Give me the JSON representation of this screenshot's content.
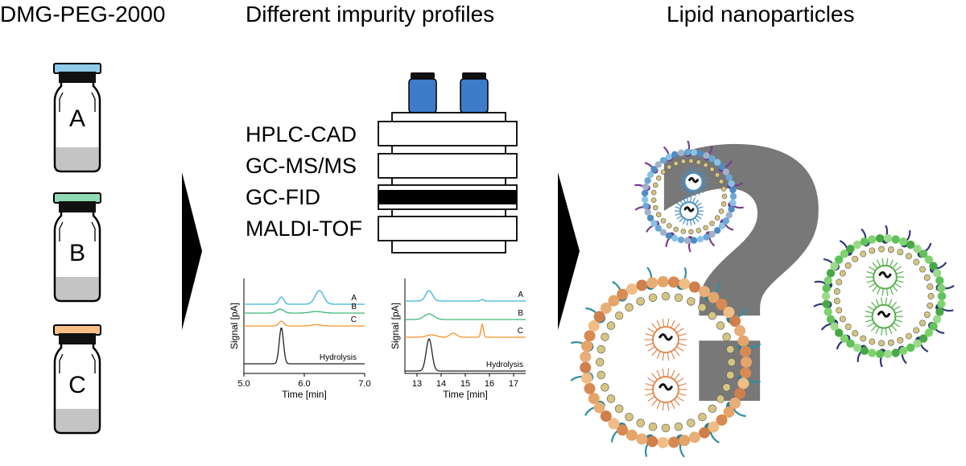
{
  "headings": {
    "left": "DMG-PEG-2000",
    "middle": "Different impurity profiles",
    "right": "Lipid nanoparticles"
  },
  "vials": [
    {
      "label": "A",
      "cap_color": "#8fcbe8"
    },
    {
      "label": "B",
      "cap_color": "#8fd9b4"
    },
    {
      "label": "C",
      "cap_color": "#f7bf86"
    }
  ],
  "methods": [
    "HPLC-CAD",
    "GC-MS/MS",
    "GC-FID",
    "MALDI-TOF"
  ],
  "highlighted_method": "GC-FID",
  "instrument_bottle_color": "#3d7cc9",
  "question_mark": "?",
  "chart_data": [
    {
      "type": "line",
      "xlabel": "Time [min]",
      "ylabel": "Signal [pA]",
      "xlim": [
        5.0,
        7.0
      ],
      "x_ticks": [
        "5.0",
        "6.0",
        "7.0"
      ],
      "series": [
        {
          "name": "A",
          "color": "#3ab3dd",
          "baseline": 0,
          "peaks": [
            [
              5.62,
              9,
              0.04
            ],
            [
              6.25,
              17,
              0.07
            ]
          ]
        },
        {
          "name": "B",
          "color": "#3cb77a",
          "baseline": 0,
          "peaks": [
            [
              5.6,
              5,
              0.06
            ],
            [
              6.2,
              2,
              0.1
            ]
          ]
        },
        {
          "name": "C",
          "color": "#f39228",
          "baseline": 0,
          "peaks": [
            [
              5.62,
              6,
              0.04
            ],
            [
              6.2,
              1.5,
              0.08
            ]
          ]
        },
        {
          "name": "Hydrolysis",
          "color": "#222222",
          "baseline": 0,
          "peaks": [
            [
              5.62,
              45,
              0.035
            ]
          ]
        }
      ]
    },
    {
      "type": "line",
      "xlabel": "Time [min]",
      "ylabel": "Signal [pA]",
      "xlim": [
        12.5,
        17.5
      ],
      "x_ticks": [
        "13",
        "14",
        "15",
        "16",
        "17"
      ],
      "series": [
        {
          "name": "A",
          "color": "#3ab3dd",
          "baseline": 0,
          "peaks": [
            [
              13.5,
              13,
              0.14
            ],
            [
              15.7,
              2,
              0.06
            ]
          ]
        },
        {
          "name": "B",
          "color": "#3cb77a",
          "baseline": 0,
          "peaks": [
            [
              13.5,
              7,
              0.2
            ]
          ]
        },
        {
          "name": "C",
          "color": "#f39228",
          "baseline": 0,
          "peaks": [
            [
              13.6,
              3,
              0.2
            ],
            [
              14.5,
              5,
              0.14
            ],
            [
              15.7,
              16,
              0.05
            ]
          ]
        },
        {
          "name": "Hydrolysis",
          "color": "#222222",
          "baseline": 0,
          "peaks": [
            [
              13.5,
              40,
              0.12
            ]
          ]
        }
      ]
    }
  ]
}
